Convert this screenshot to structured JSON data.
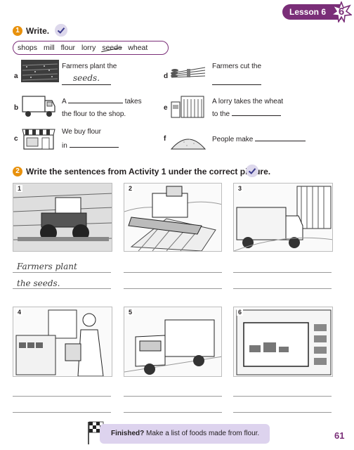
{
  "header": {
    "lesson_label": "Lesson 6",
    "lesson_number": "6"
  },
  "activity1": {
    "number": "1",
    "title": "Write.",
    "words": [
      "shops",
      "mill",
      "flour",
      "lorry",
      "seeds",
      "wheat"
    ],
    "crossed_word_index": 4,
    "items": [
      {
        "letter": "a",
        "line1": "Farmers plant the",
        "answer": "seeds.",
        "icon": "seeds-field-icon"
      },
      {
        "letter": "b",
        "line1": "A",
        "line1_after": "takes",
        "line2": "the flour to the shop.",
        "icon": "lorry-icon"
      },
      {
        "letter": "c",
        "line1": "We buy flour",
        "line2": "in",
        "icon": "shop-icon"
      },
      {
        "letter": "d",
        "line1": "Farmers cut the",
        "icon": "wheat-bundle-icon"
      },
      {
        "letter": "e",
        "line1": "A lorry takes the wheat",
        "line2": "to the",
        "icon": "mill-icon"
      },
      {
        "letter": "f",
        "line1": "People make",
        "icon": "flour-pile-icon"
      }
    ]
  },
  "activity2": {
    "number": "2",
    "title": "Write the sentences from Activity 1 under the correct picture.",
    "pictures": [
      {
        "number": "1",
        "scene": "tractor-sowing-seeds"
      },
      {
        "number": "2",
        "scene": "combine-harvester"
      },
      {
        "number": "3",
        "scene": "lorry-at-mill"
      },
      {
        "number": "4",
        "scene": "miller-making-flour"
      },
      {
        "number": "5",
        "scene": "delivery-lorry"
      },
      {
        "number": "6",
        "scene": "shop-window"
      }
    ],
    "example_line1": "Farmers plant",
    "example_line2": "the seeds."
  },
  "footer": {
    "finished_label": "Finished?",
    "finished_text": "Make a list of foods made from flour.",
    "page_number": "61"
  }
}
